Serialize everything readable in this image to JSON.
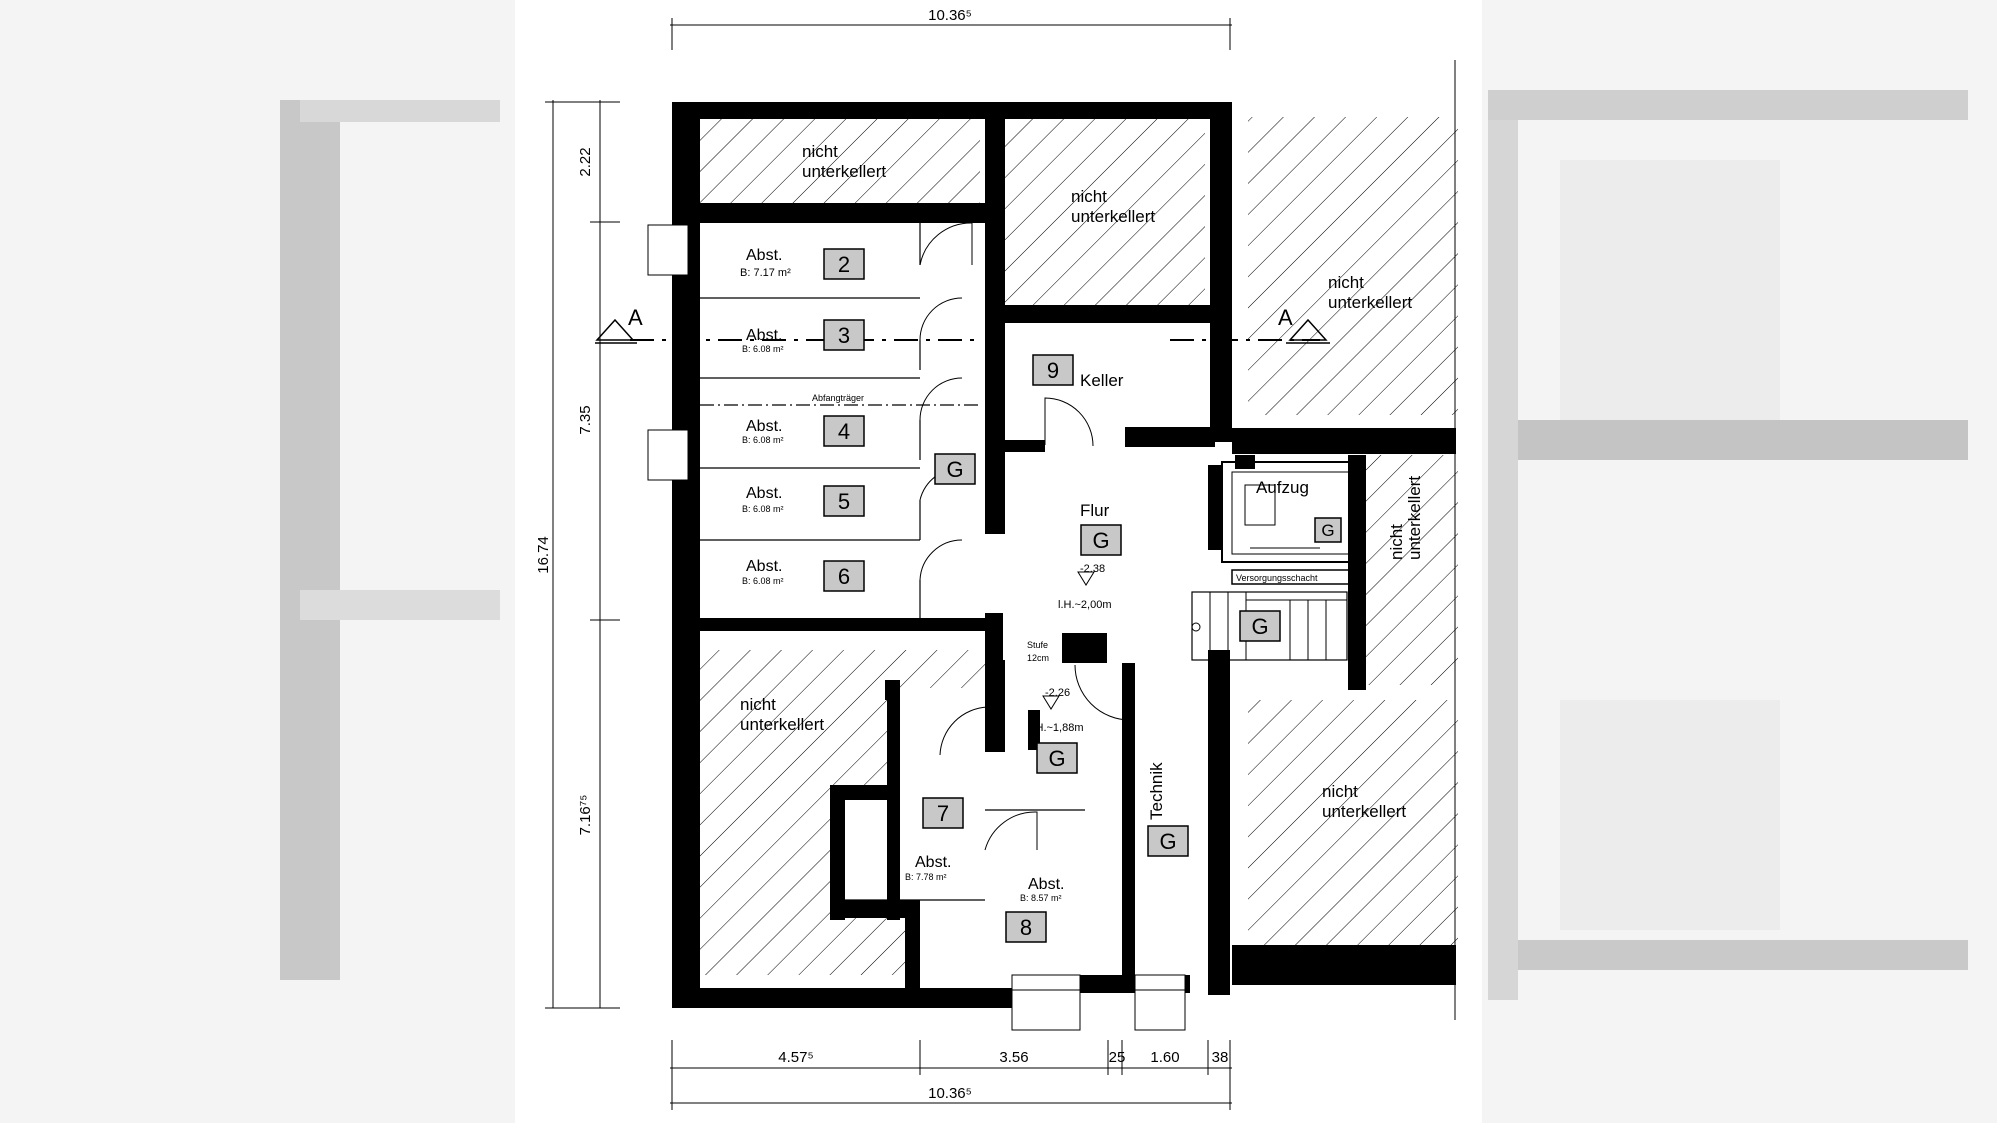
{
  "dimensions": {
    "top_total": "10.36⁵",
    "bottom_total": "10.36⁵",
    "left_total": "16.74",
    "left_top": "2.22",
    "left_middle": "7.35",
    "left_bottom": "7.16⁷⁵",
    "bottom_1": "4.57⁵",
    "bottom_2": "3.56",
    "bottom_3": "25",
    "bottom_4": "1.60",
    "bottom_5": "38"
  },
  "section_marker": "A",
  "not_basement": [
    "nicht",
    "unterkellert"
  ],
  "rooms": {
    "r2": {
      "name": "Abst.",
      "area": "B: 7.17 m²",
      "number": "2"
    },
    "r3": {
      "name": "Abst.",
      "area": "B: 6.08 m²",
      "number": "3"
    },
    "r4": {
      "name": "Abst.",
      "area": "B: 6.08 m²",
      "number": "4"
    },
    "r5": {
      "name": "Abst.",
      "area": "B: 6.08 m²",
      "number": "5"
    },
    "r6": {
      "name": "Abst.",
      "area": "B: 6.08 m²",
      "number": "6"
    },
    "r7": {
      "name": "Abst.",
      "area": "B: 7.78 m²",
      "number": "7"
    },
    "r8": {
      "name": "Abst.",
      "area": "B: 8.57 m²",
      "number": "8"
    },
    "r9": {
      "name": "Keller",
      "number": "9"
    }
  },
  "flur": {
    "name": "Flur",
    "level": "-2.38",
    "height": "l.H.~2,00m"
  },
  "lower_hall": {
    "level": "-2.26",
    "height": "l.H.~1,88m"
  },
  "step": [
    "Stufe",
    "12cm"
  ],
  "aufzug": "Aufzug",
  "shaft": "Versorgungsschacht",
  "technik": "Technik",
  "beam": "Abfangträger",
  "g_tag": "G"
}
